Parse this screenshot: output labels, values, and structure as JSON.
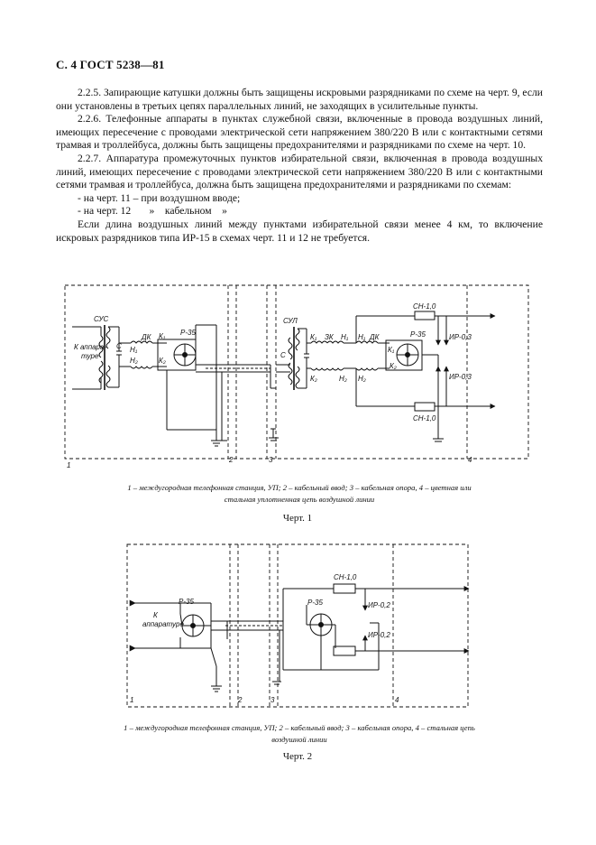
{
  "page": {
    "header": "С. 4 ГОСТ 5238—81"
  },
  "paragraphs": [
    "2.2.5. Запирающие катушки должны быть защищены искровыми разрядниками по схеме на черт. 9, если они установлены в третьих цепях параллельных линий, не заходящих в усилительные пункты.",
    "2.2.6. Телефонные аппараты в пунктах служебной связи, включенные в провода воздушных линий, имеющих пересечение с проводами электрической сети напряжением 380/220 В или с контактными сетями трамвая и троллейбуса, должны быть защищены предохранителями и разрядниками по схеме на черт. 10.",
    "2.2.7. Аппаратура промежуточных пунктов избирательной связи, включенная в провода воздушных линий, имеющих пересечение с проводами электрической сети напряжением 380/220 В или с контактными сетями трамвая и троллейбуса, должна быть защищена предохранителями и разрядниками по схемам:"
  ],
  "list_items": [
    "- на черт. 11 – при воздушном вводе;",
    "- на черт. 12       »    кабельном    »"
  ],
  "closing_paragraph": "Если длина воздушных линий между пунктами избирательной связи менее 4 км, то включение искровых разрядников типа ИР-15 в схемах черт. 11 и 12 не требуется.",
  "figure1": {
    "labels": {
      "sus": "СУС",
      "sul": "СУЛ",
      "to_equipment_1": "К аппара-",
      "to_equipment_2": "туре",
      "dk": "ДК",
      "dk2": "ДК",
      "zk": "ЗК",
      "c": "С",
      "c2": "С",
      "p35": "Р-35",
      "p35b": "Р-35",
      "n1": "Н₁",
      "n2": "Н₂",
      "k1": "К₁",
      "k2": "К₂",
      "n1b": "Н₁",
      "n2b": "Н₂",
      "k1b": "К₁",
      "k2b": "К₂",
      "n1c": "Н₁",
      "n2c": "Н₂",
      "k1c": "К₁",
      "k2c": "К₂",
      "sn_top": "СН-1,0",
      "sn_bottom": "СН-1,0",
      "ir_top": "ИР-0,3",
      "ir_bottom": "ИР-0,3",
      "z1": "1",
      "z2": "2",
      "z3": "3",
      "z4": "4"
    },
    "caption_1": "1 –  междугородная телефонная станция, УП; 2 –  кабельный ввод; 3 –  кабельная опора, 4 –  цветная или",
    "caption_2": "стальная уплотненная цепь воздушной линии",
    "title": "Черт. 1"
  },
  "figure2": {
    "labels": {
      "to_equipment_1": "К",
      "to_equipment_2": "аппаратуре",
      "p35": "Р-35",
      "p35b": "Р-35",
      "sn_top": "СН-1,0",
      "ir_top": "ИР-0,2",
      "ir_bottom": "ИР-0,2",
      "z1": "1",
      "z2": "2",
      "z3": "3",
      "z4": "4"
    },
    "caption_1": "1 –  междугородная телефонная станция, УП; 2 –  кабельный ввод; 3 –  кабельная опора, 4 –  стальная  цепь",
    "caption_2": "воздушной линии",
    "title": "Черт. 2"
  }
}
